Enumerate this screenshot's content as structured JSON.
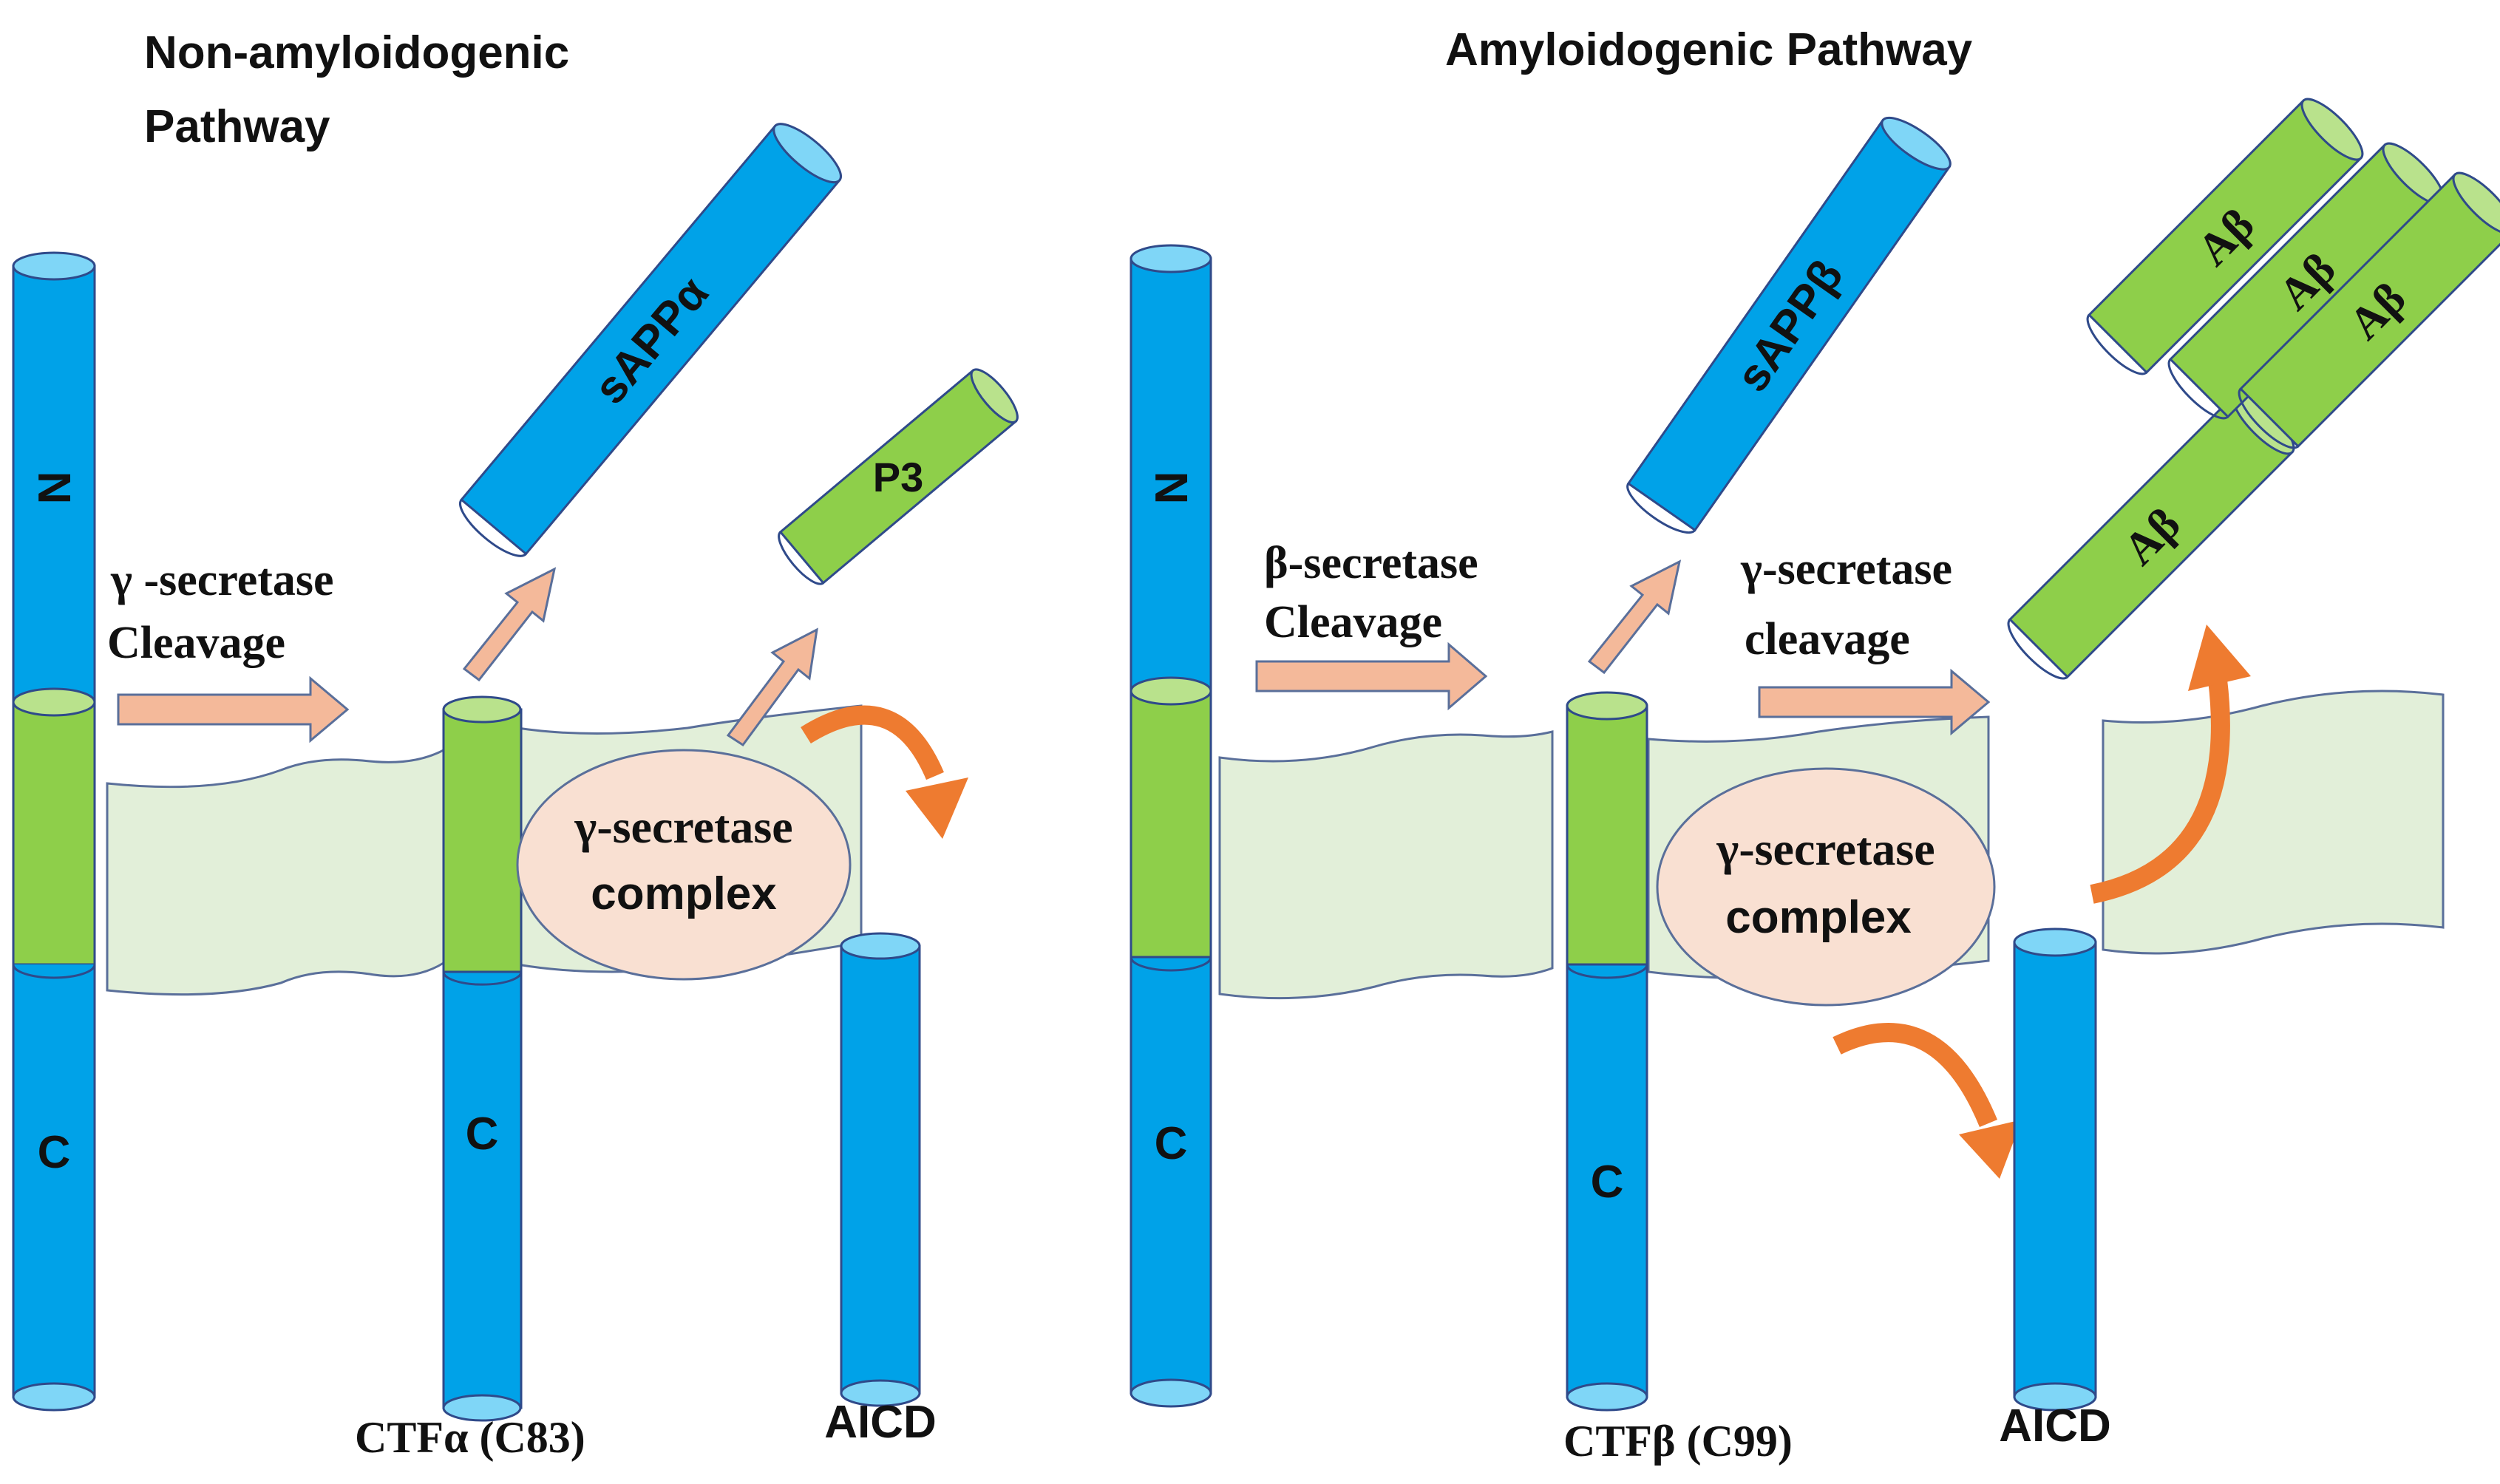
{
  "left_panel": {
    "title_line1": "Non-amyloidogenic",
    "title_line2": "Pathway",
    "step_label_line1": "γ -secretase",
    "step_label_line2": "Cleavage",
    "app_n_label": "N",
    "app_c_label": "C",
    "ctf_c_label": "C",
    "ctf_caption": "CTFα (C83)",
    "complex_line1": "γ-secretase",
    "complex_line2": "complex",
    "sapp_label": "sAPPα",
    "p3_label": "P3",
    "aicd_label": "AICD"
  },
  "right_panel": {
    "title": "Amyloidogenic Pathway",
    "step1_label_line1": "β-secretase",
    "step1_label_line2": "Cleavage",
    "step2_label_line1": "γ-secretase",
    "step2_label_line2": "cleavage",
    "app_n_label": "N",
    "app_c_label": "C",
    "ctf_c_label": "C",
    "ctf_caption": "CTFβ (C99)",
    "complex_line1": "γ-secretase",
    "complex_line2": "complex",
    "sapp_label": "sAPPβ",
    "abeta_label": "Aβ",
    "aicd_label": "AICD"
  },
  "colors": {
    "app_blue": "#00a2e8",
    "abeta_green": "#8ecf4a",
    "membrane": "#e2efd9",
    "arrow_peach": "#f4b99a",
    "curve_orange": "#ee7b30",
    "complex_fill": "#f9e0d2"
  }
}
